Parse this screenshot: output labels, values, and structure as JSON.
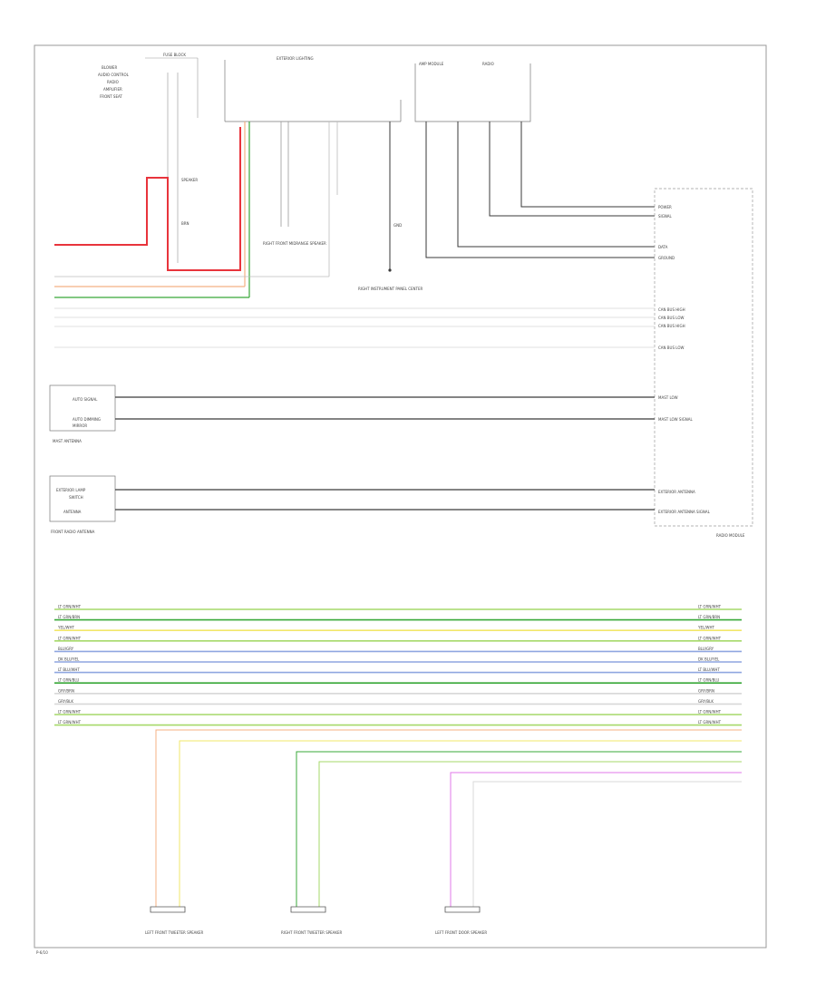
{
  "colors": {
    "frame": "#9a9a9a",
    "wire_black": "#3a3a3a",
    "wire_gray": "#bdbdbd",
    "wire_red": "#e8343c",
    "wire_orange": "#f4b183",
    "wire_green": "#38a838",
    "wire_lightgreen": "#a6d96a",
    "wire_yellow": "#f2e76a",
    "wire_blue": "#8fa6e0",
    "wire_magenta": "#e27ae8",
    "wire_lightgray": "#d8d8d8"
  },
  "labels": {
    "fuse_block": "FUSE BLOCK",
    "fuse_items": [
      "BLOWER",
      "AUDIO CONTROL",
      "RADIO",
      "AMPLIFIER",
      "FRONT SEAT"
    ],
    "wire_a": "SPEAKER",
    "wire_b": "BRN",
    "steering_column": "EXTERIOR LIGHTING",
    "connector_left": "RIGHT FRONT MIDRANGE SPEAKER",
    "ground": "GND",
    "ground_note": "RIGHT INSTRUMENT PANEL CENTER",
    "module_top_a": "AMP MODULE",
    "module_top_b": "RADIO",
    "radio_module": "RADIO MODULE",
    "antenna_left_1": "AUTO SIGNAL",
    "antenna_left_2": "AUTO DIMMING",
    "antenna_left_3": "MIRROR",
    "antenna_left_caption": "MAST ANTENNA",
    "antenna_left_b_1": "EXTERIOR LAMP",
    "antenna_left_b_2": "SWITCH",
    "antenna_left_b_3": "ANTENNA",
    "antenna_left_b_caption": "FRONT RADIO ANTENNA",
    "module_pins": [
      "POWER",
      "SIGNAL",
      "DATA",
      "GROUND",
      "CAN BUS HIGH",
      "CAN BUS LOW",
      "CAN BUS HIGH",
      "CAN BUS LOW",
      "MAST LOW",
      "MAST LOW SIGNAL",
      "EXTERIOR ANTENNA",
      "EXTERIOR ANTENNA SIGNAL"
    ],
    "bus_lines": [
      "LT GRN/WHT",
      "LT GRN/BRN",
      "YEL/WHT",
      "LT GRN/WHT",
      "BLU/GRY",
      "DK BLU/YEL",
      "LT BLU/WHT",
      "LT GRN/BLU",
      "GRY/BRN",
      "GRY/BLK",
      "LT GRN/WHT",
      "LT GRN/WHT"
    ],
    "speaker_1": "LEFT FRONT TWEETER SPEAKER",
    "speaker_2": "RIGHT FRONT TWEETER SPEAKER",
    "speaker_3": "LEFT FRONT DOOR SPEAKER",
    "page_code": "P-6/10"
  }
}
